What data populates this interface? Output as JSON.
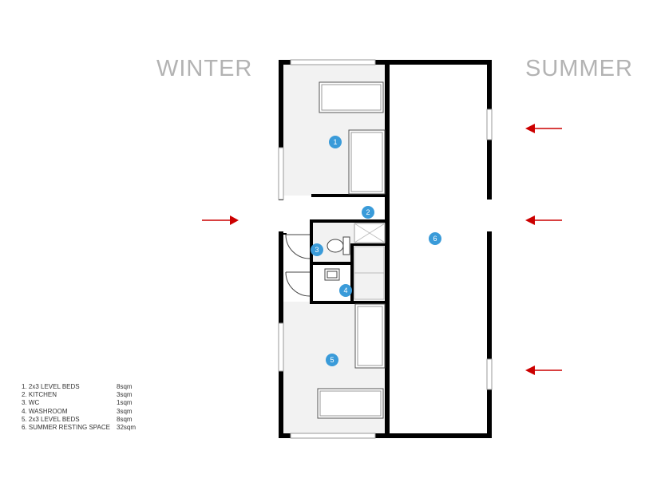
{
  "labels": {
    "winter": "WINTER",
    "summer": "SUMMER"
  },
  "legend": [
    {
      "label": "1. 2x3 LEVEL BEDS",
      "area": "8sqm"
    },
    {
      "label": "2. KITCHEN",
      "area": "3sqm"
    },
    {
      "label": "3. WC",
      "area": "1sqm"
    },
    {
      "label": "4. WASHROOM",
      "area": "3sqm"
    },
    {
      "label": "5. 2x3 LEVEL BEDS",
      "area": "8sqm"
    },
    {
      "label": "6. SUMMER RESTING SPACE",
      "area": "32sqm"
    }
  ],
  "room_markers": [
    "1",
    "2",
    "3",
    "4",
    "5",
    "6"
  ],
  "colors": {
    "wall": "#000000",
    "interior_fill": "#f2f2f2",
    "marker": "#3a9bd9",
    "arrow": "#cc0000",
    "season_text": "#b3b3b3"
  },
  "icons": [
    "arrow-right-icon",
    "arrow-left-icon",
    "toilet-icon",
    "sink-icon",
    "bed-icon",
    "door-swing-icon"
  ]
}
